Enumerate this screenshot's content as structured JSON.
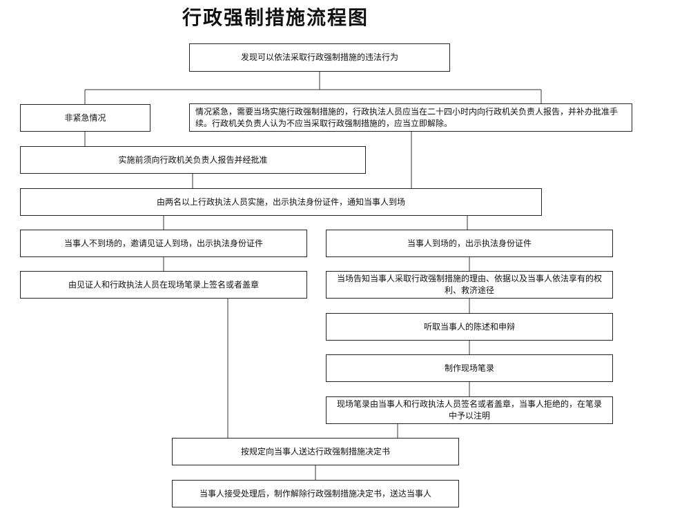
{
  "title": "行政强制措施流程图",
  "nodes": {
    "n1": "发现可以依法采取行政强制措施的违法行为",
    "n2": "非紧急情况",
    "n3": "情况紧急，需要当场实施行政强制措施的，行政执法人员应当在二十四小时内向行政机关负责人报告，并补办批准手续。行政机关负责人认为不应当采取行政强制措施的，应当立即解除。",
    "n4": "实施前须向行政机关负责人报告并经批准",
    "n5": "由两名以上行政执法人员实施，出示执法身份证件，通知当事人到场",
    "n6": "当事人不到场的，邀请见证人到场，出示执法身份证件",
    "n7": "当事人到场的，出示执法身份证件",
    "n8": "由见证人和行政执法人员在现场笔录上签名或者盖章",
    "n9": "当场告知当事人采取行政强制措施的理由、依据以及当事人依法享有的权利、救济途径",
    "n10": "听取当事人的陈述和申辩",
    "n11": "制作现场笔录",
    "n12": "现场笔录由当事人和行政执法人员签名或者盖章，当事人拒绝的，在笔录中予以注明",
    "n13": "按规定向当事人送达行政强制措施决定书",
    "n14": "当事人接受处理后，制作解除行政强制措施决定书，送达当事人"
  }
}
